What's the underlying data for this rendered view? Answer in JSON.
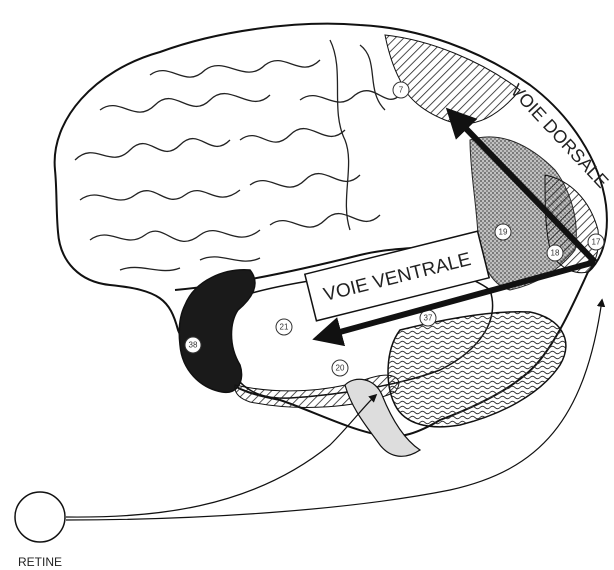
{
  "labels": {
    "dorsal": "VOIE DORSALE",
    "ventral": "VOIE VENTRALE",
    "retina": "RETINE"
  },
  "areas": {
    "a7": "7",
    "a19": "19",
    "a18": "18",
    "a17": "17",
    "a21": "21",
    "a20": "20",
    "a38": "38",
    "a37": "37"
  },
  "colors": {
    "ink": "#111111",
    "background": "#ffffff"
  }
}
